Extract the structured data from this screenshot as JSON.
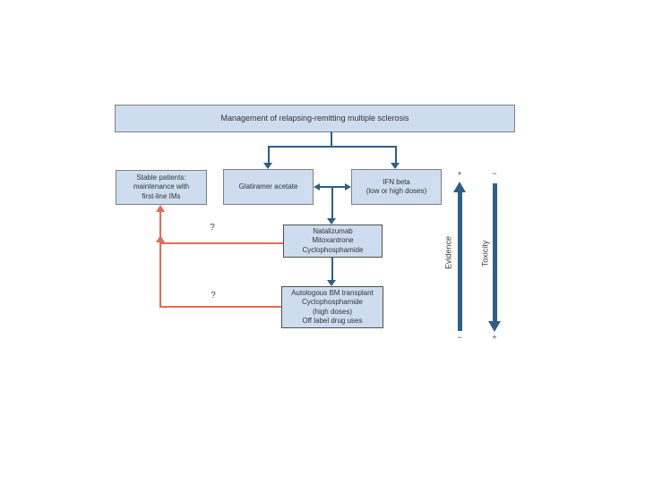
{
  "diagram": {
    "title": "Management of relapsing-remitting multiple sclerosis",
    "boxes": {
      "stable_patients": "Stable patients:\nmaintenance with\nfirst-line IMs",
      "glatiramer": "Glatiramer acetate",
      "ifn_beta": "IFN beta\n(low or high doses)",
      "second_line": "Natalizumab\nMitoxantrone\nCyclophosphamide",
      "third_line": "Autologous BM transplant\nCyclophosphamide\n(high doses)\nOff label drug uses"
    },
    "annotations": {
      "question_upper": "?",
      "question_lower": "?"
    },
    "axes": {
      "evidence": {
        "label": "Evidence",
        "top_sign": "+",
        "bottom_sign": "−",
        "direction": "up"
      },
      "toxicity": {
        "label": "Toxicity",
        "top_sign": "−",
        "bottom_sign": "+",
        "direction": "down"
      }
    },
    "colors": {
      "box_fill": "#cdddef",
      "box_border": "#7f7f7f",
      "dark_box_border": "#4f4f4f",
      "connector_blue": "#2e5f87",
      "connector_orange": "#dc6e55",
      "text_color": "#333333"
    }
  }
}
